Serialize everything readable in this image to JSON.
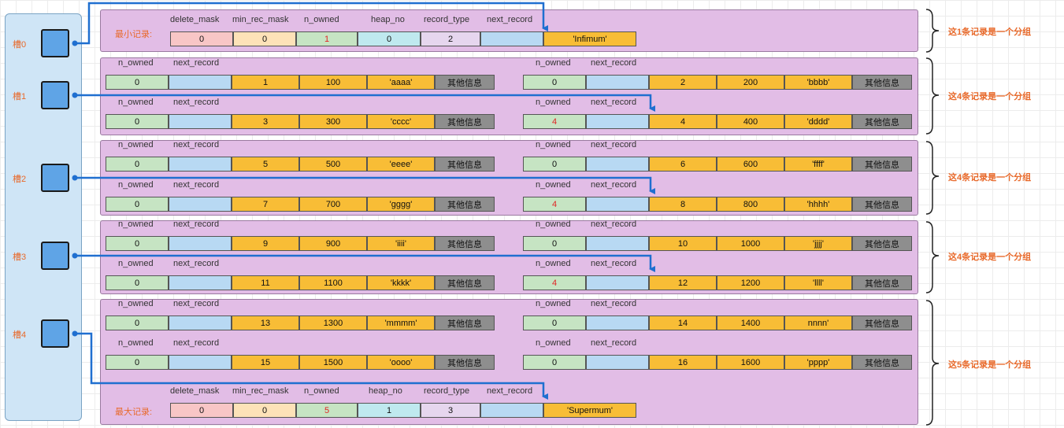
{
  "slots": [
    "槽0",
    "槽1",
    "槽2",
    "槽3",
    "槽4"
  ],
  "headers": {
    "n_owned": "n_owned",
    "next_record": "next_record",
    "delete_mask": "delete_mask",
    "min_rec_mask": "min_rec_mask",
    "heap_no": "heap_no",
    "record_type": "record_type"
  },
  "infimum": {
    "label": "最小记录:",
    "delete_mask": "0",
    "min_rec_mask": "0",
    "n_owned": "1",
    "heap_no": "0",
    "record_type": "2",
    "next_record": "",
    "content": "'Infimum'"
  },
  "supremum": {
    "label": "最大记录:",
    "delete_mask": "0",
    "min_rec_mask": "0",
    "n_owned": "5",
    "heap_no": "1",
    "record_type": "3",
    "next_record": "",
    "content": "'Supermum'"
  },
  "records": [
    {
      "n_owned": "0",
      "id": "1",
      "num": "100",
      "str": "'aaaa'",
      "other": "其他信息"
    },
    {
      "n_owned": "0",
      "id": "2",
      "num": "200",
      "str": "'bbbb'",
      "other": "其他信息"
    },
    {
      "n_owned": "0",
      "id": "3",
      "num": "300",
      "str": "'cccc'",
      "other": "其他信息"
    },
    {
      "n_owned": "4",
      "id": "4",
      "num": "400",
      "str": "'dddd'",
      "other": "其他信息"
    },
    {
      "n_owned": "0",
      "id": "5",
      "num": "500",
      "str": "'eeee'",
      "other": "其他信息"
    },
    {
      "n_owned": "0",
      "id": "6",
      "num": "600",
      "str": "'ffff'",
      "other": "其他信息"
    },
    {
      "n_owned": "0",
      "id": "7",
      "num": "700",
      "str": "'gggg'",
      "other": "其他信息"
    },
    {
      "n_owned": "4",
      "id": "8",
      "num": "800",
      "str": "'hhhh'",
      "other": "其他信息"
    },
    {
      "n_owned": "0",
      "id": "9",
      "num": "900",
      "str": "'iiii'",
      "other": "其他信息"
    },
    {
      "n_owned": "0",
      "id": "10",
      "num": "1000",
      "str": "'jjjj'",
      "other": "其他信息"
    },
    {
      "n_owned": "0",
      "id": "11",
      "num": "1100",
      "str": "'kkkk'",
      "other": "其他信息"
    },
    {
      "n_owned": "4",
      "id": "12",
      "num": "1200",
      "str": "'llll'",
      "other": "其他信息"
    },
    {
      "n_owned": "0",
      "id": "13",
      "num": "1300",
      "str": "'mmmm'",
      "other": "其他信息"
    },
    {
      "n_owned": "0",
      "id": "14",
      "num": "1400",
      "str": "nnnn'",
      "other": "其他信息"
    },
    {
      "n_owned": "0",
      "id": "15",
      "num": "1500",
      "str": "'oooo'",
      "other": "其他信息"
    },
    {
      "n_owned": "0",
      "id": "16",
      "num": "1600",
      "str": "'pppp'",
      "other": "其他信息"
    }
  ],
  "brace_labels": [
    "这1条记录是一个分组",
    "这4条记录是一个分组",
    "这4条记录是一个分组",
    "这4条记录是一个分组",
    "这5条记录是一个分组"
  ],
  "colors": {
    "accent_orange": "#e8692a",
    "arrow_blue": "#1f6fd0",
    "highlight_red": "#e02424"
  }
}
